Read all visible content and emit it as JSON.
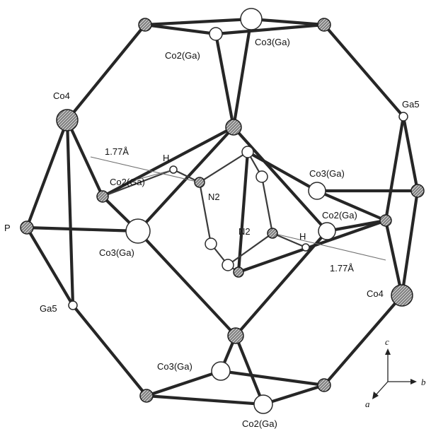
{
  "labels": {
    "co2ga": "Co2(Ga)",
    "co3ga": "Co3(Ga)",
    "co4": "Co4",
    "ga5": "Ga5",
    "p": "P",
    "h": "H",
    "n2": "N2",
    "dist": "1.77Å"
  },
  "axes": {
    "a": "a",
    "b": "b",
    "c": "c"
  },
  "colors": {
    "bond": "#262626",
    "hatch": "#4a4a4a",
    "background": "#ffffff"
  }
}
